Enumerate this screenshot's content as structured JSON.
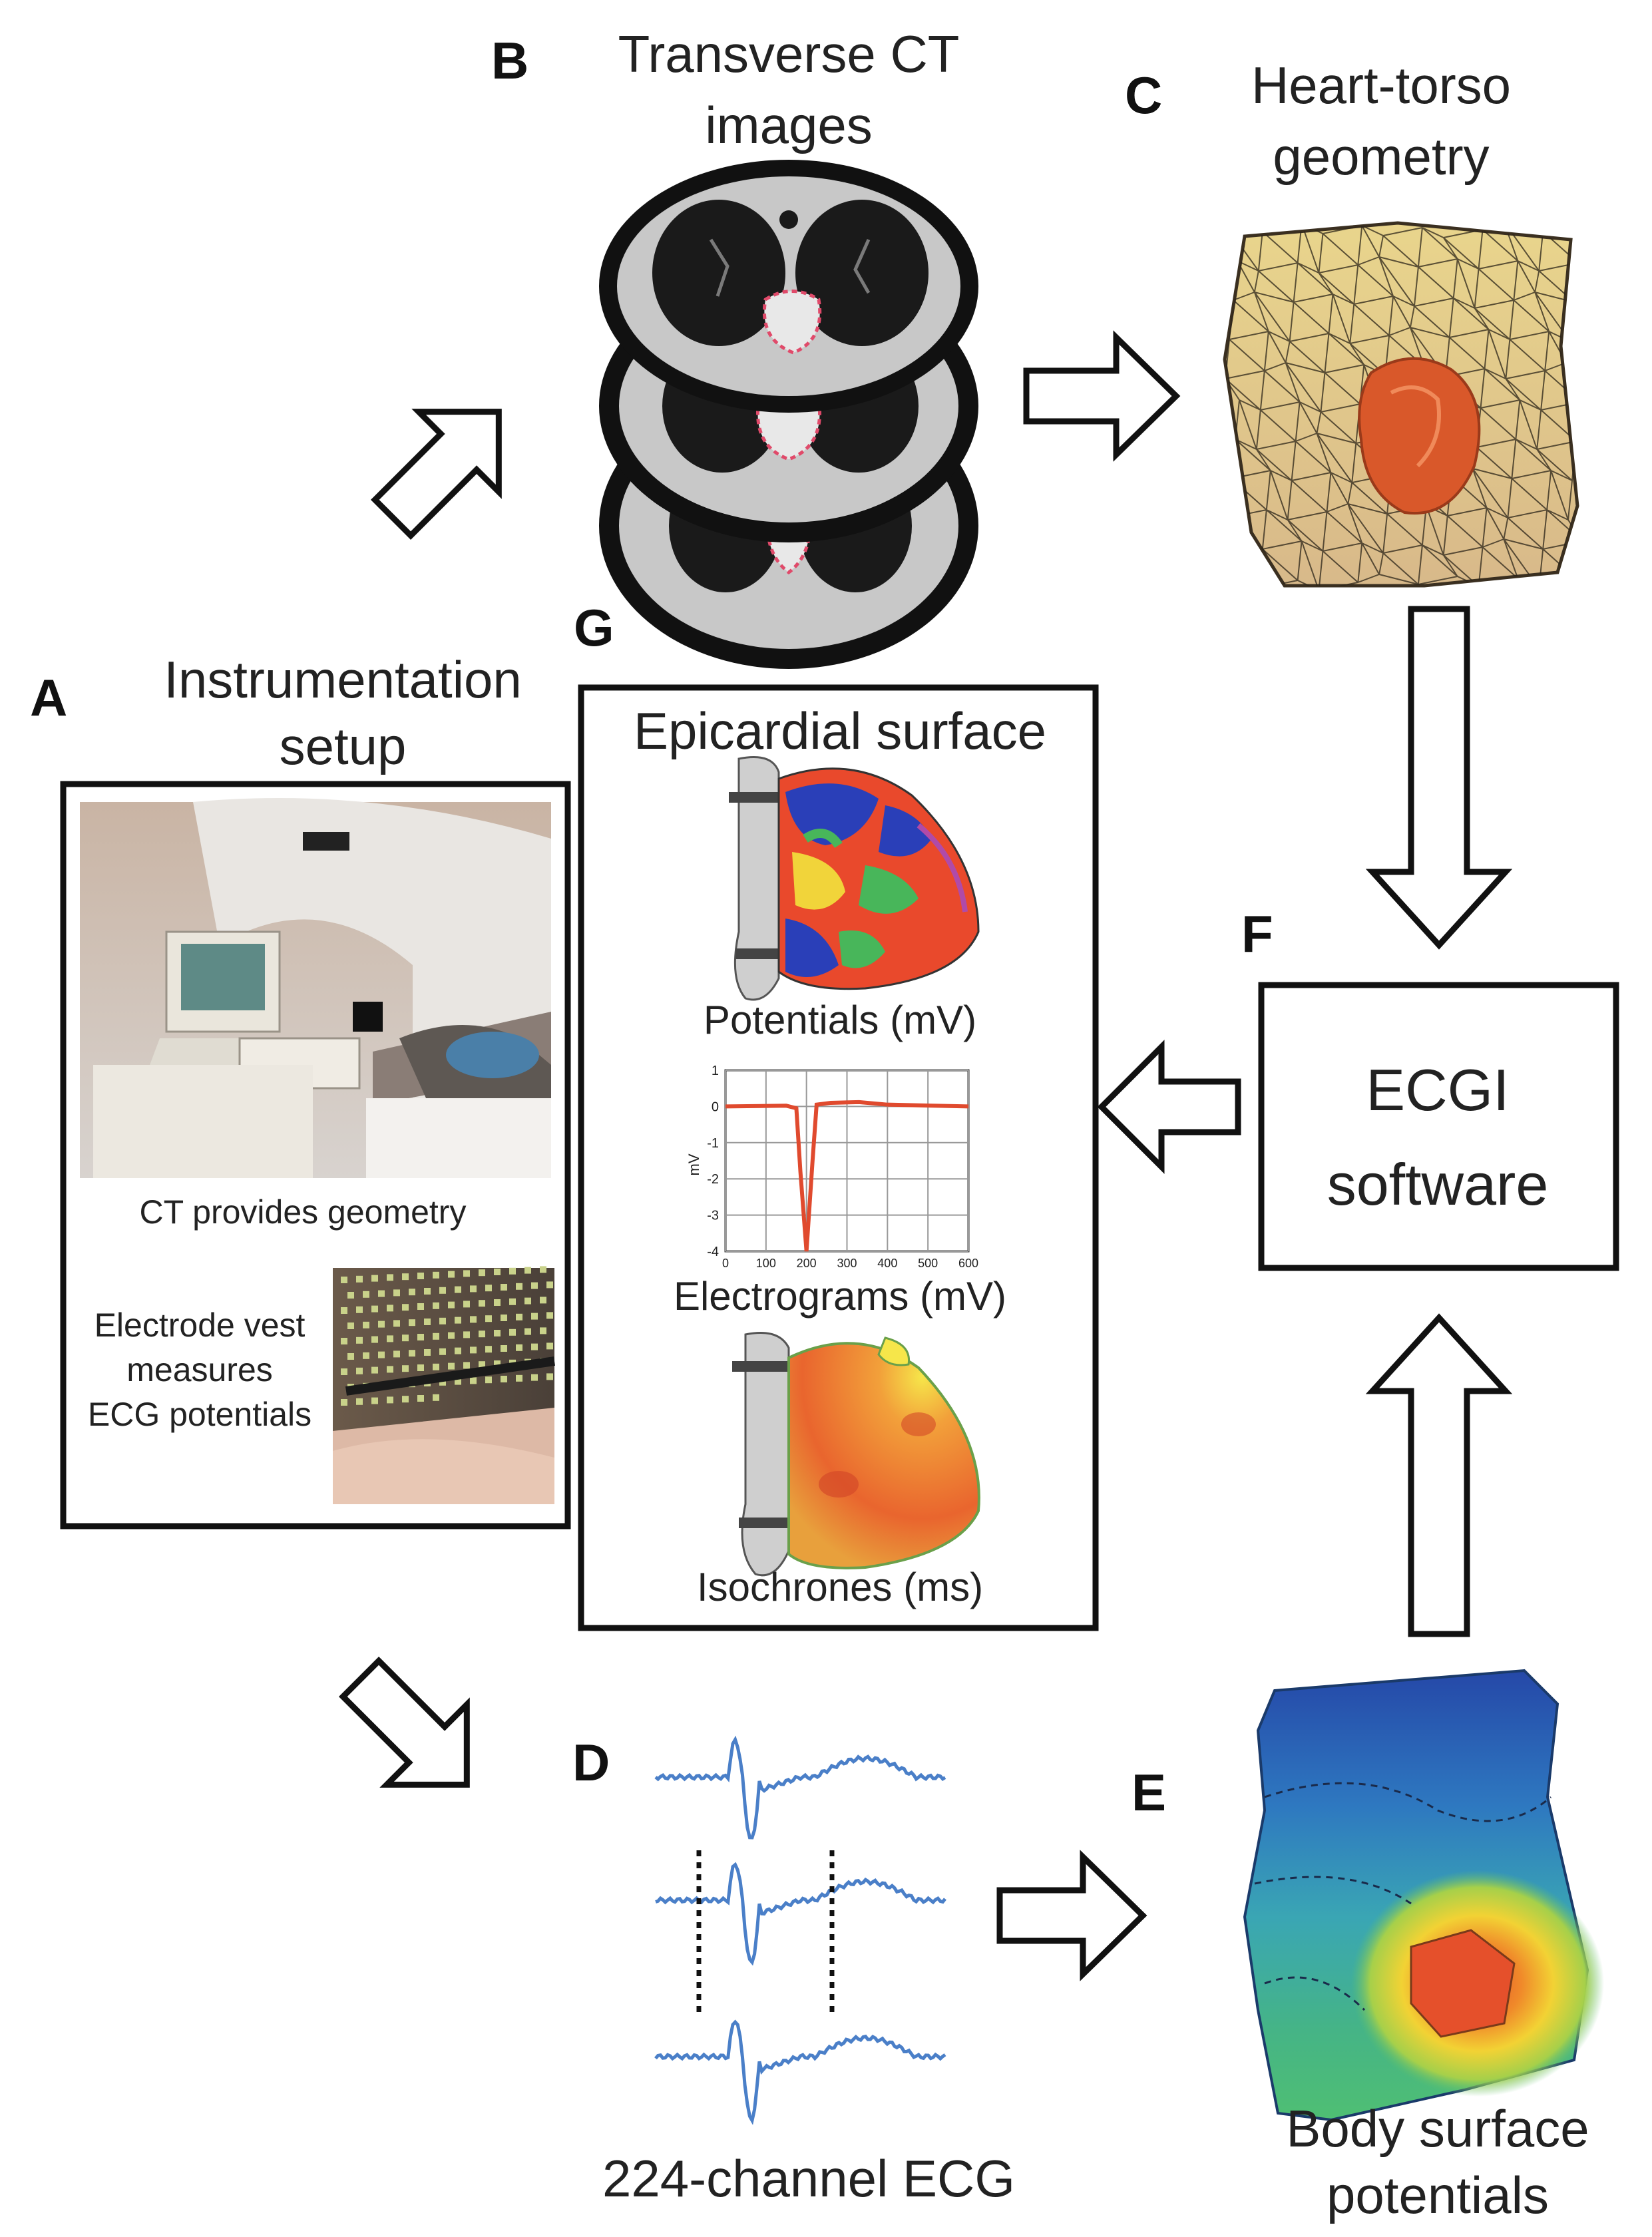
{
  "panels": {
    "a": {
      "letter": "A",
      "title_line1": "Instrumentation",
      "title_line2": "setup",
      "ct_caption": "CT provides geometry",
      "vest_line1": "Electrode vest",
      "vest_line2": "measures",
      "vest_line3": "ECG potentials"
    },
    "b": {
      "letter": "B",
      "title_line1": "Transverse CT",
      "title_line2": "images"
    },
    "c": {
      "letter": "C",
      "title_line1": "Heart-torso",
      "title_line2": "geometry"
    },
    "d": {
      "letter": "D",
      "caption": "224-channel ECG"
    },
    "e": {
      "letter": "E",
      "caption_line1": "Body surface",
      "caption_line2": "potentials"
    },
    "f": {
      "letter": "F",
      "line1": "ECGI",
      "line2": "software"
    },
    "g": {
      "letter": "G",
      "title": "Epicardial surface",
      "potentials_caption": "Potentials (mV)",
      "electrograms_caption": "Electrograms (mV)",
      "isochrones_caption": "Isochrones (ms)",
      "egm_ylabel": "mV",
      "egm_yticks": [
        "1",
        "0",
        "-1",
        "-2",
        "-3",
        "-4"
      ],
      "egm_xticks": [
        "0",
        "100",
        "200",
        "300",
        "400",
        "500",
        "600"
      ]
    }
  },
  "colors": {
    "ecg_trace": "#4a7fc8",
    "egm_trace": "#e04a2e",
    "line": "#111111"
  }
}
